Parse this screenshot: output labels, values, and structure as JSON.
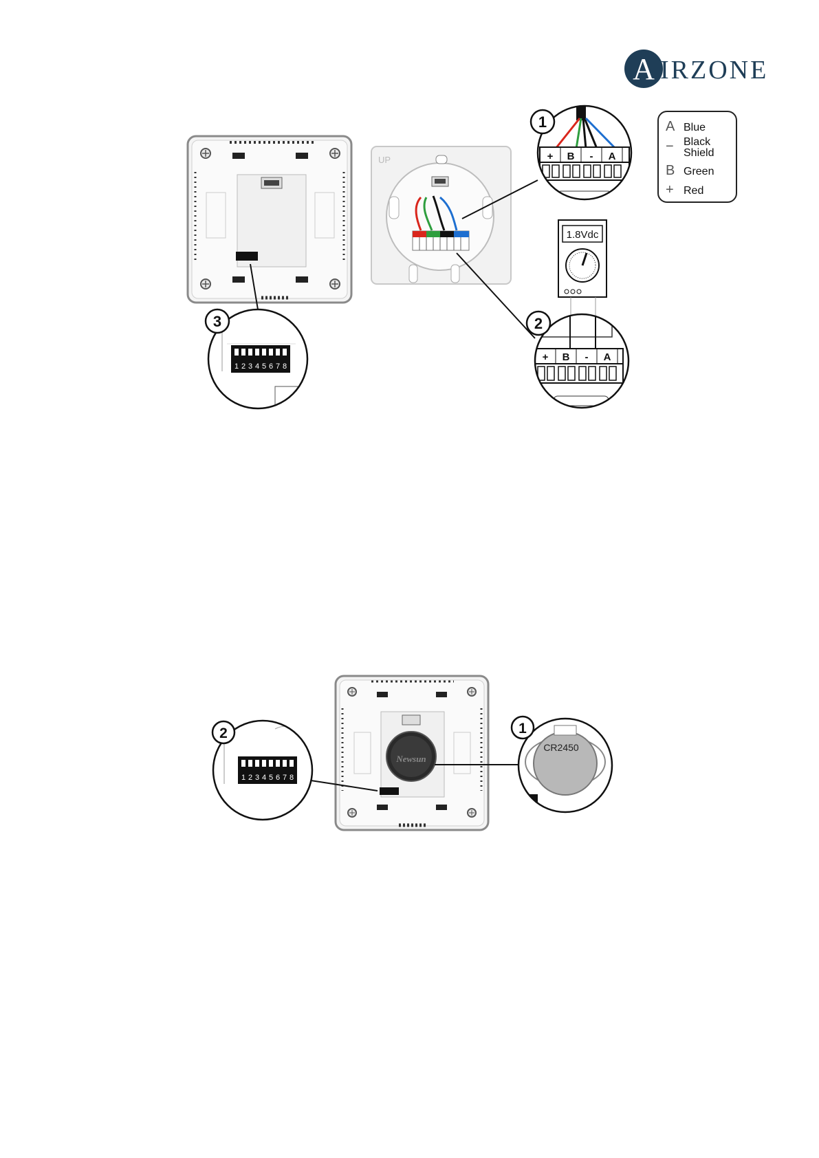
{
  "brand": {
    "initial": "A",
    "rest": "IRZONE"
  },
  "legend": [
    {
      "symbol": "A",
      "label": "Blue"
    },
    {
      "symbol": "−",
      "label": "Black",
      "label2": "Shield"
    },
    {
      "symbol": "B",
      "label": "Green"
    },
    {
      "symbol": "+",
      "label": "Red"
    }
  ],
  "top_figure": {
    "callouts": [
      "1",
      "2",
      "3"
    ],
    "terminal_labels": [
      "+",
      "B",
      "-",
      "A"
    ],
    "meter_reading": "1.8Vdc",
    "up_mark": "UP",
    "dip_numbers": [
      "1",
      "2",
      "3",
      "4",
      "5",
      "6",
      "7",
      "8"
    ]
  },
  "bottom_figure": {
    "callouts": [
      "1",
      "2"
    ],
    "battery_type": "CR2450",
    "battery_brand": "Newsun",
    "dip_numbers": [
      "1",
      "2",
      "3",
      "4",
      "5",
      "6",
      "7",
      "8"
    ]
  },
  "colors": {
    "red": "#d9261c",
    "green": "#2e9e3e",
    "black": "#111111",
    "blue": "#1e6fd0",
    "brand": "#1f3e57"
  }
}
